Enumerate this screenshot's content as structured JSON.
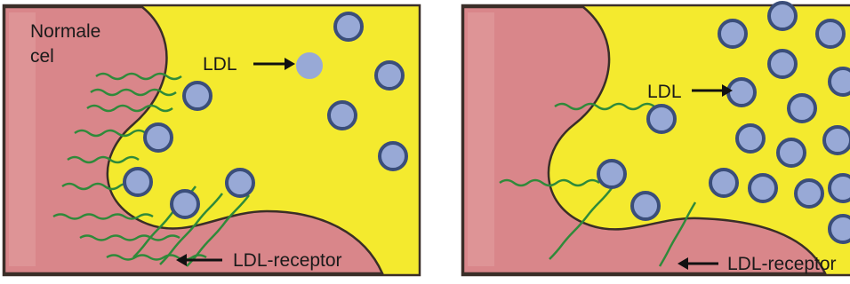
{
  "colors": {
    "cell": "#d9868a",
    "cell_edge": "#e8b3b2",
    "plasma": "#f4ea2e",
    "outline": "#3a2e28",
    "ldl_fill": "#98a9d6",
    "ldl_rim": "#3b4e7a",
    "receptor": "#2f8a3a",
    "arrow": "#111111"
  },
  "left_panel": {
    "cell_label_line1": "Normale",
    "cell_label_line2": "cel",
    "ldl_label": "LDL",
    "receptor_label": "LDL-receptor"
  },
  "right_panel": {
    "ldl_label": "LDL",
    "receptor_label": "LDL-receptor"
  }
}
